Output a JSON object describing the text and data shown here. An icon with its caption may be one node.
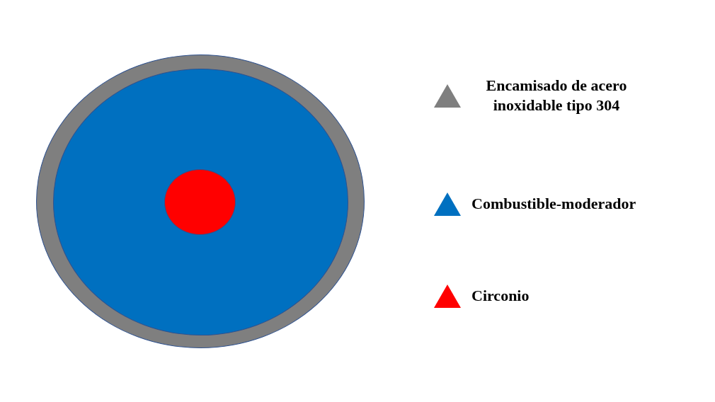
{
  "diagram": {
    "nodes": [
      {
        "text": [],
        "shape": "circle"
      },
      {
        "text": [],
        "shape": "circle",
        "in": 0
      },
      {
        "text": [],
        "shape": "circle",
        "in": 1
      }
    ],
    "legend": [
      {
        "text": "Encamisado de acero inoxidable tipo 304",
        "color": "#7f7f7f"
      },
      {
        "text": "Combustible-moderador",
        "color": "#0070c0"
      },
      {
        "text": "Circonio",
        "color": "#ff0000"
      }
    ]
  }
}
